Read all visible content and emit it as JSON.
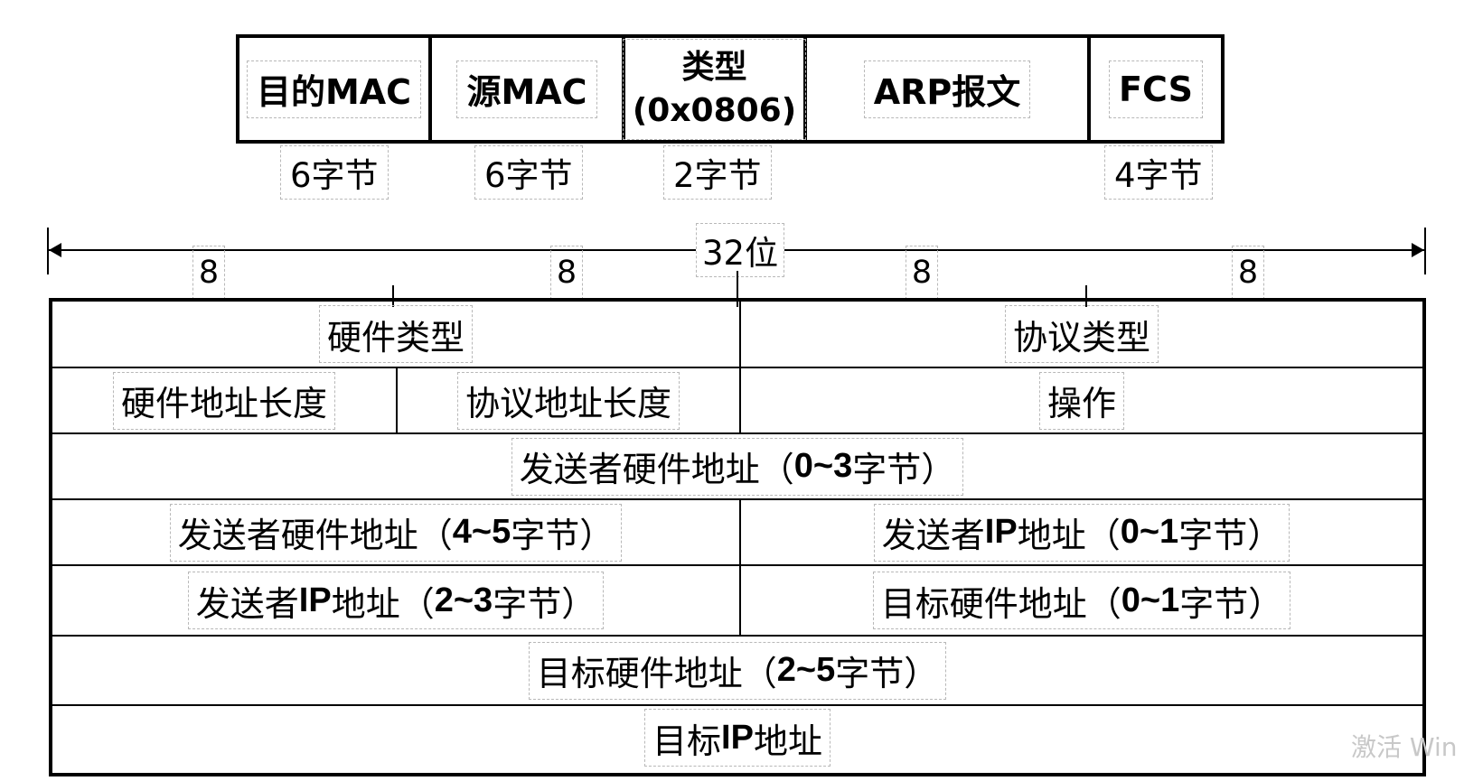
{
  "frame": {
    "fields": [
      {
        "label": "目的MAC",
        "bytes": "6字节"
      },
      {
        "label": "源MAC",
        "bytes": "6字节"
      },
      {
        "label_line1": "类型",
        "label_line2": "(0x0806)",
        "bytes": "2字节"
      },
      {
        "label": "ARP报文",
        "bytes": ""
      },
      {
        "label": "FCS",
        "bytes": "4字节"
      }
    ]
  },
  "ruler": {
    "total": "32位",
    "segments": [
      "8",
      "8",
      "8",
      "8"
    ]
  },
  "arp": {
    "hardware_type": "硬件类型",
    "protocol_type": "协议类型",
    "hw_addr_len": "硬件地址长度",
    "proto_addr_len": "协议地址长度",
    "operation": "操作",
    "sender_hw_0_3": {
      "pre": "发送者硬件地址（",
      "range": "0~3",
      "post": "字节）"
    },
    "sender_hw_4_5": {
      "pre": "发送者硬件地址（",
      "range": "4~5",
      "post": "字节）"
    },
    "sender_ip_0_1": {
      "pre": "发送者",
      "ip": "IP",
      "mid": "地址（",
      "range": "0~1",
      "post": "字节）"
    },
    "sender_ip_2_3": {
      "pre": "发送者",
      "ip": "IP",
      "mid": "地址（",
      "range": "2~3",
      "post": "字节）"
    },
    "target_hw_0_1": {
      "pre": "目标硬件地址（",
      "range": "0~1",
      "post": "字节）"
    },
    "target_hw_2_5": {
      "pre": "目标硬件地址（",
      "range": "2~5",
      "post": "字节）"
    },
    "target_ip": {
      "pre": "目标",
      "ip": "IP",
      "post": "地址"
    }
  },
  "watermark": "激活 Win"
}
